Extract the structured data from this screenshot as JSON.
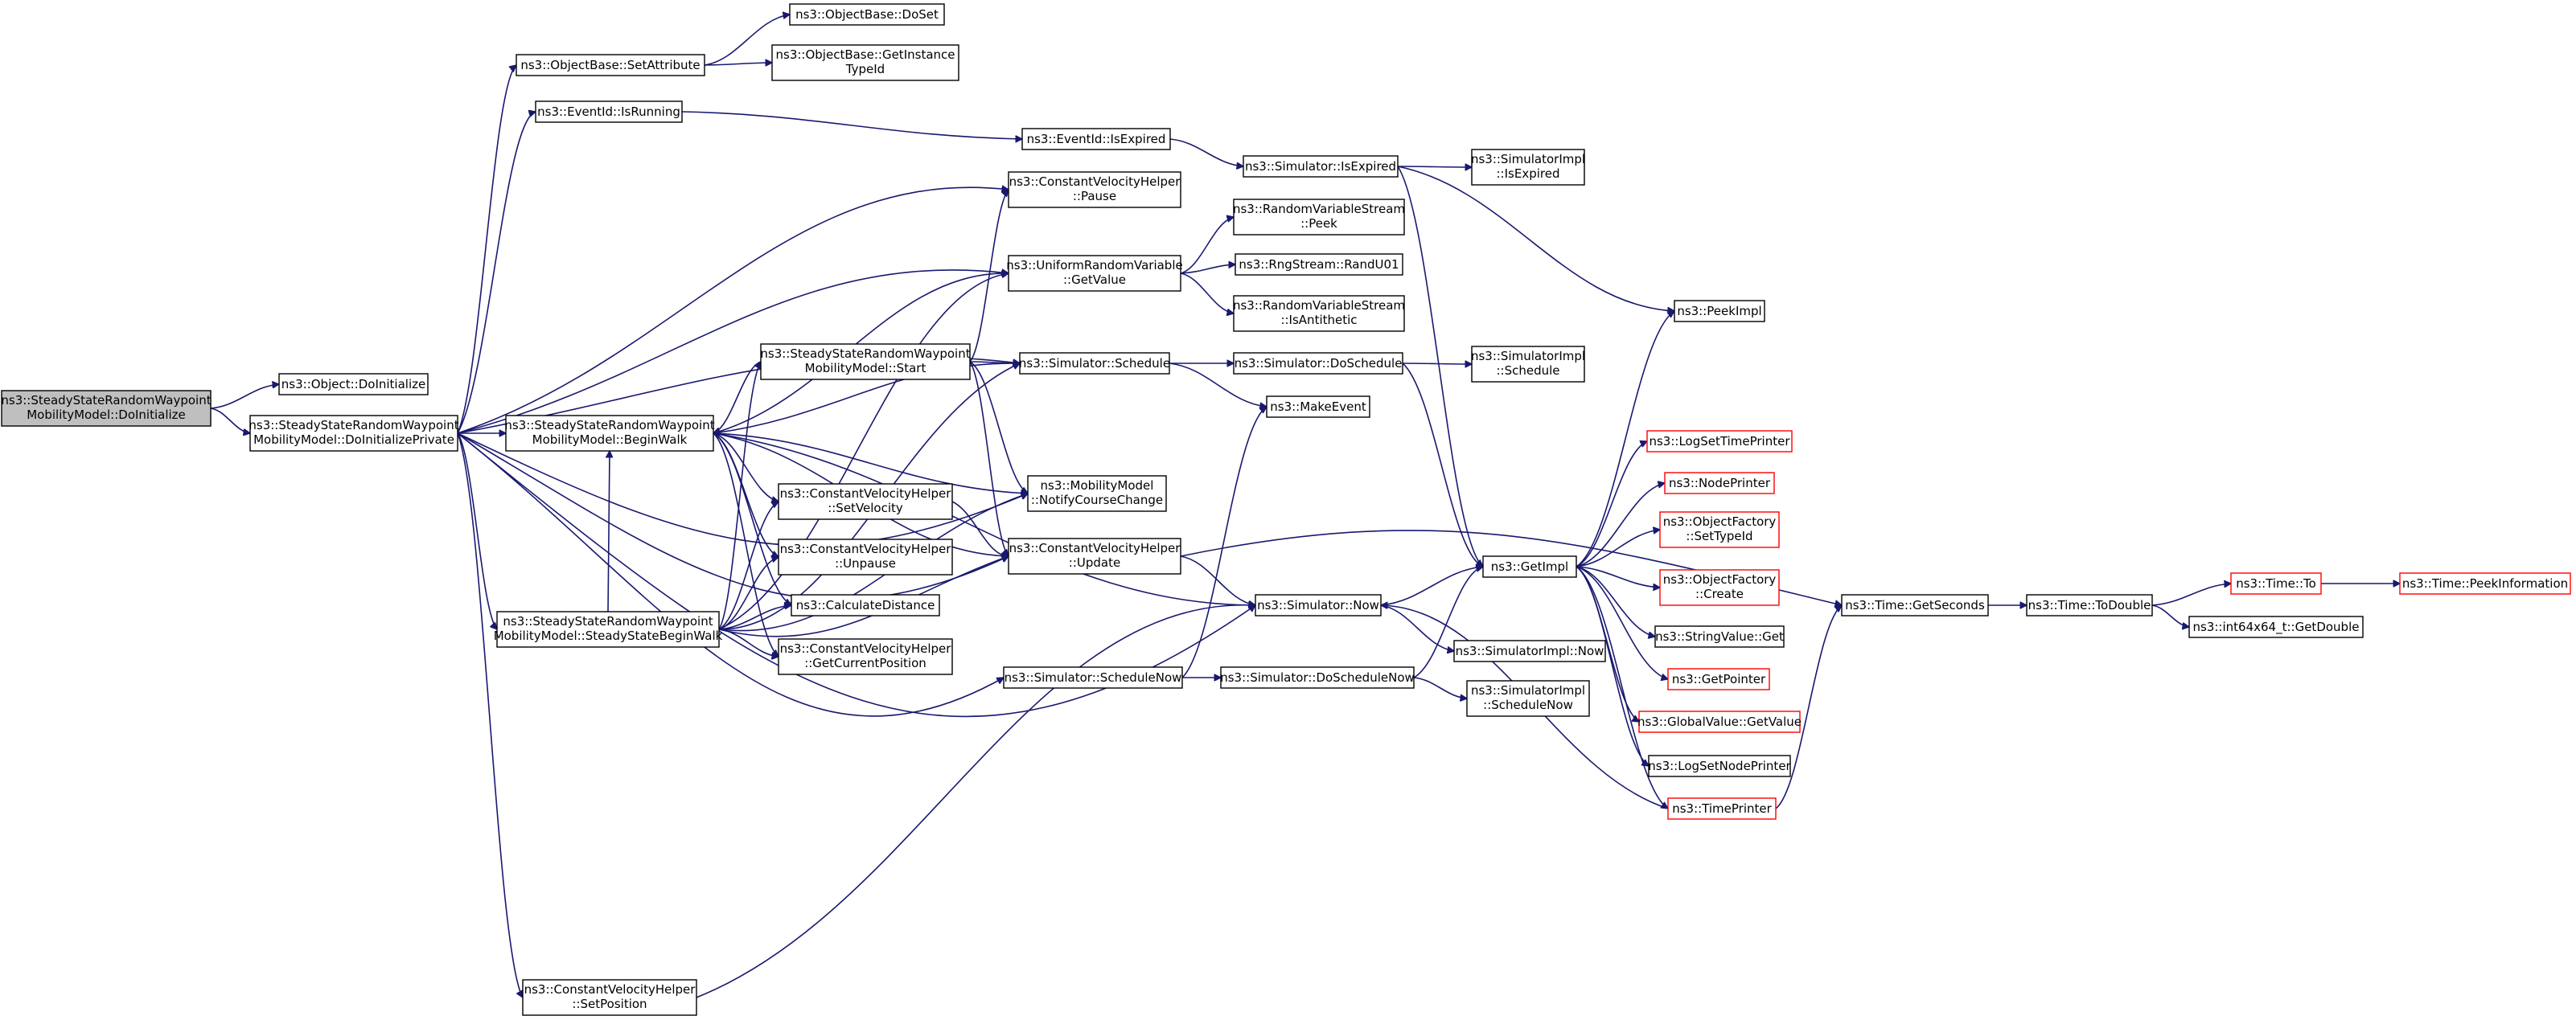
{
  "diagram": {
    "colors": {
      "edge": "#191970",
      "border": "#000000",
      "truncated_border": "#ff0000",
      "root_fill": "#bfbfbf",
      "background": "#ffffff"
    },
    "nodes": {
      "root": [
        "ns3::SteadyStateRandomWaypoint",
        "MobilityModel::DoInitialize"
      ],
      "doinit": [
        "ns3::Object::DoInitialize"
      ],
      "priv": [
        "ns3::SteadyStateRandomWaypoint",
        "MobilityModel::DoInitializePrivate"
      ],
      "setattr": [
        "ns3::ObjectBase::SetAttribute"
      ],
      "doset": [
        "ns3::ObjectBase::DoSet"
      ],
      "getinst": [
        "ns3::ObjectBase::GetInstance",
        "TypeId"
      ],
      "isrunning": [
        "ns3::EventId::IsRunning"
      ],
      "isexpired": [
        "ns3::EventId::IsExpired"
      ],
      "simexp": [
        "ns3::Simulator::IsExpired"
      ],
      "implexp": [
        "ns3::SimulatorImpl",
        "::IsExpired"
      ],
      "pause": [
        "ns3::ConstantVelocityHelper",
        "::Pause"
      ],
      "peek": [
        "ns3::RandomVariableStream",
        "::Peek"
      ],
      "getval": [
        "ns3::UniformRandomVariable",
        "::GetValue"
      ],
      "randu": [
        "ns3::RngStream::RandU01"
      ],
      "anti": [
        "ns3::RandomVariableStream",
        "::IsAntithetic"
      ],
      "peekimpl": [
        "ns3::PeekImpl"
      ],
      "start": [
        "ns3::SteadyStateRandomWaypoint",
        "MobilityModel::Start"
      ],
      "sched": [
        "ns3::Simulator::Schedule"
      ],
      "dosched": [
        "ns3::Simulator::DoSchedule"
      ],
      "implsched": [
        "ns3::SimulatorImpl",
        "::Schedule"
      ],
      "mkevent": [
        "ns3::MakeEvent"
      ],
      "begin": [
        "ns3::SteadyStateRandomWaypoint",
        "MobilityModel::BeginWalk"
      ],
      "logtime": [
        "ns3::LogSetTimePrinter"
      ],
      "nodep": [
        "ns3::NodePrinter"
      ],
      "settype": [
        "ns3::ObjectFactory",
        "::SetTypeId"
      ],
      "setvel": [
        "ns3::ConstantVelocityHelper",
        "::SetVelocity"
      ],
      "notify": [
        "ns3::MobilityModel",
        "::NotifyCourseChange"
      ],
      "unpause": [
        "ns3::ConstantVelocityHelper",
        "::Unpause"
      ],
      "update": [
        "ns3::ConstantVelocityHelper",
        "::Update"
      ],
      "getimpl": [
        "ns3::GetImpl"
      ],
      "create": [
        "ns3::ObjectFactory",
        "::Create"
      ],
      "calcd": [
        "ns3::CalculateDistance"
      ],
      "now": [
        "ns3::Simulator::Now"
      ],
      "getsec": [
        "ns3::Time::GetSeconds"
      ],
      "todouble": [
        "ns3::Time::ToDouble"
      ],
      "to": [
        "ns3::Time::To"
      ],
      "peekinfo": [
        "ns3::Time::PeekInformation"
      ],
      "ssbegin": [
        "ns3::SteadyStateRandomWaypoint",
        "MobilityModel::SteadyStateBeginWalk"
      ],
      "strget": [
        "ns3::StringValue::Get"
      ],
      "int64": [
        "ns3::int64x64_t::GetDouble"
      ],
      "getcur": [
        "ns3::ConstantVelocityHelper",
        "::GetCurrentPosition"
      ],
      "implnow": [
        "ns3::SimulatorImpl::Now"
      ],
      "schednow": [
        "ns3::Simulator::ScheduleNow"
      ],
      "doschednow": [
        "ns3::Simulator::DoScheduleNow"
      ],
      "getptr": [
        "ns3::GetPointer"
      ],
      "implschednow": [
        "ns3::SimulatorImpl",
        "::ScheduleNow"
      ],
      "gvget": [
        "ns3::GlobalValue::GetValue"
      ],
      "lognode": [
        "ns3::LogSetNodePrinter"
      ],
      "timep": [
        "ns3::TimePrinter"
      ],
      "setpos": [
        "ns3::ConstantVelocityHelper",
        "::SetPosition"
      ]
    }
  }
}
